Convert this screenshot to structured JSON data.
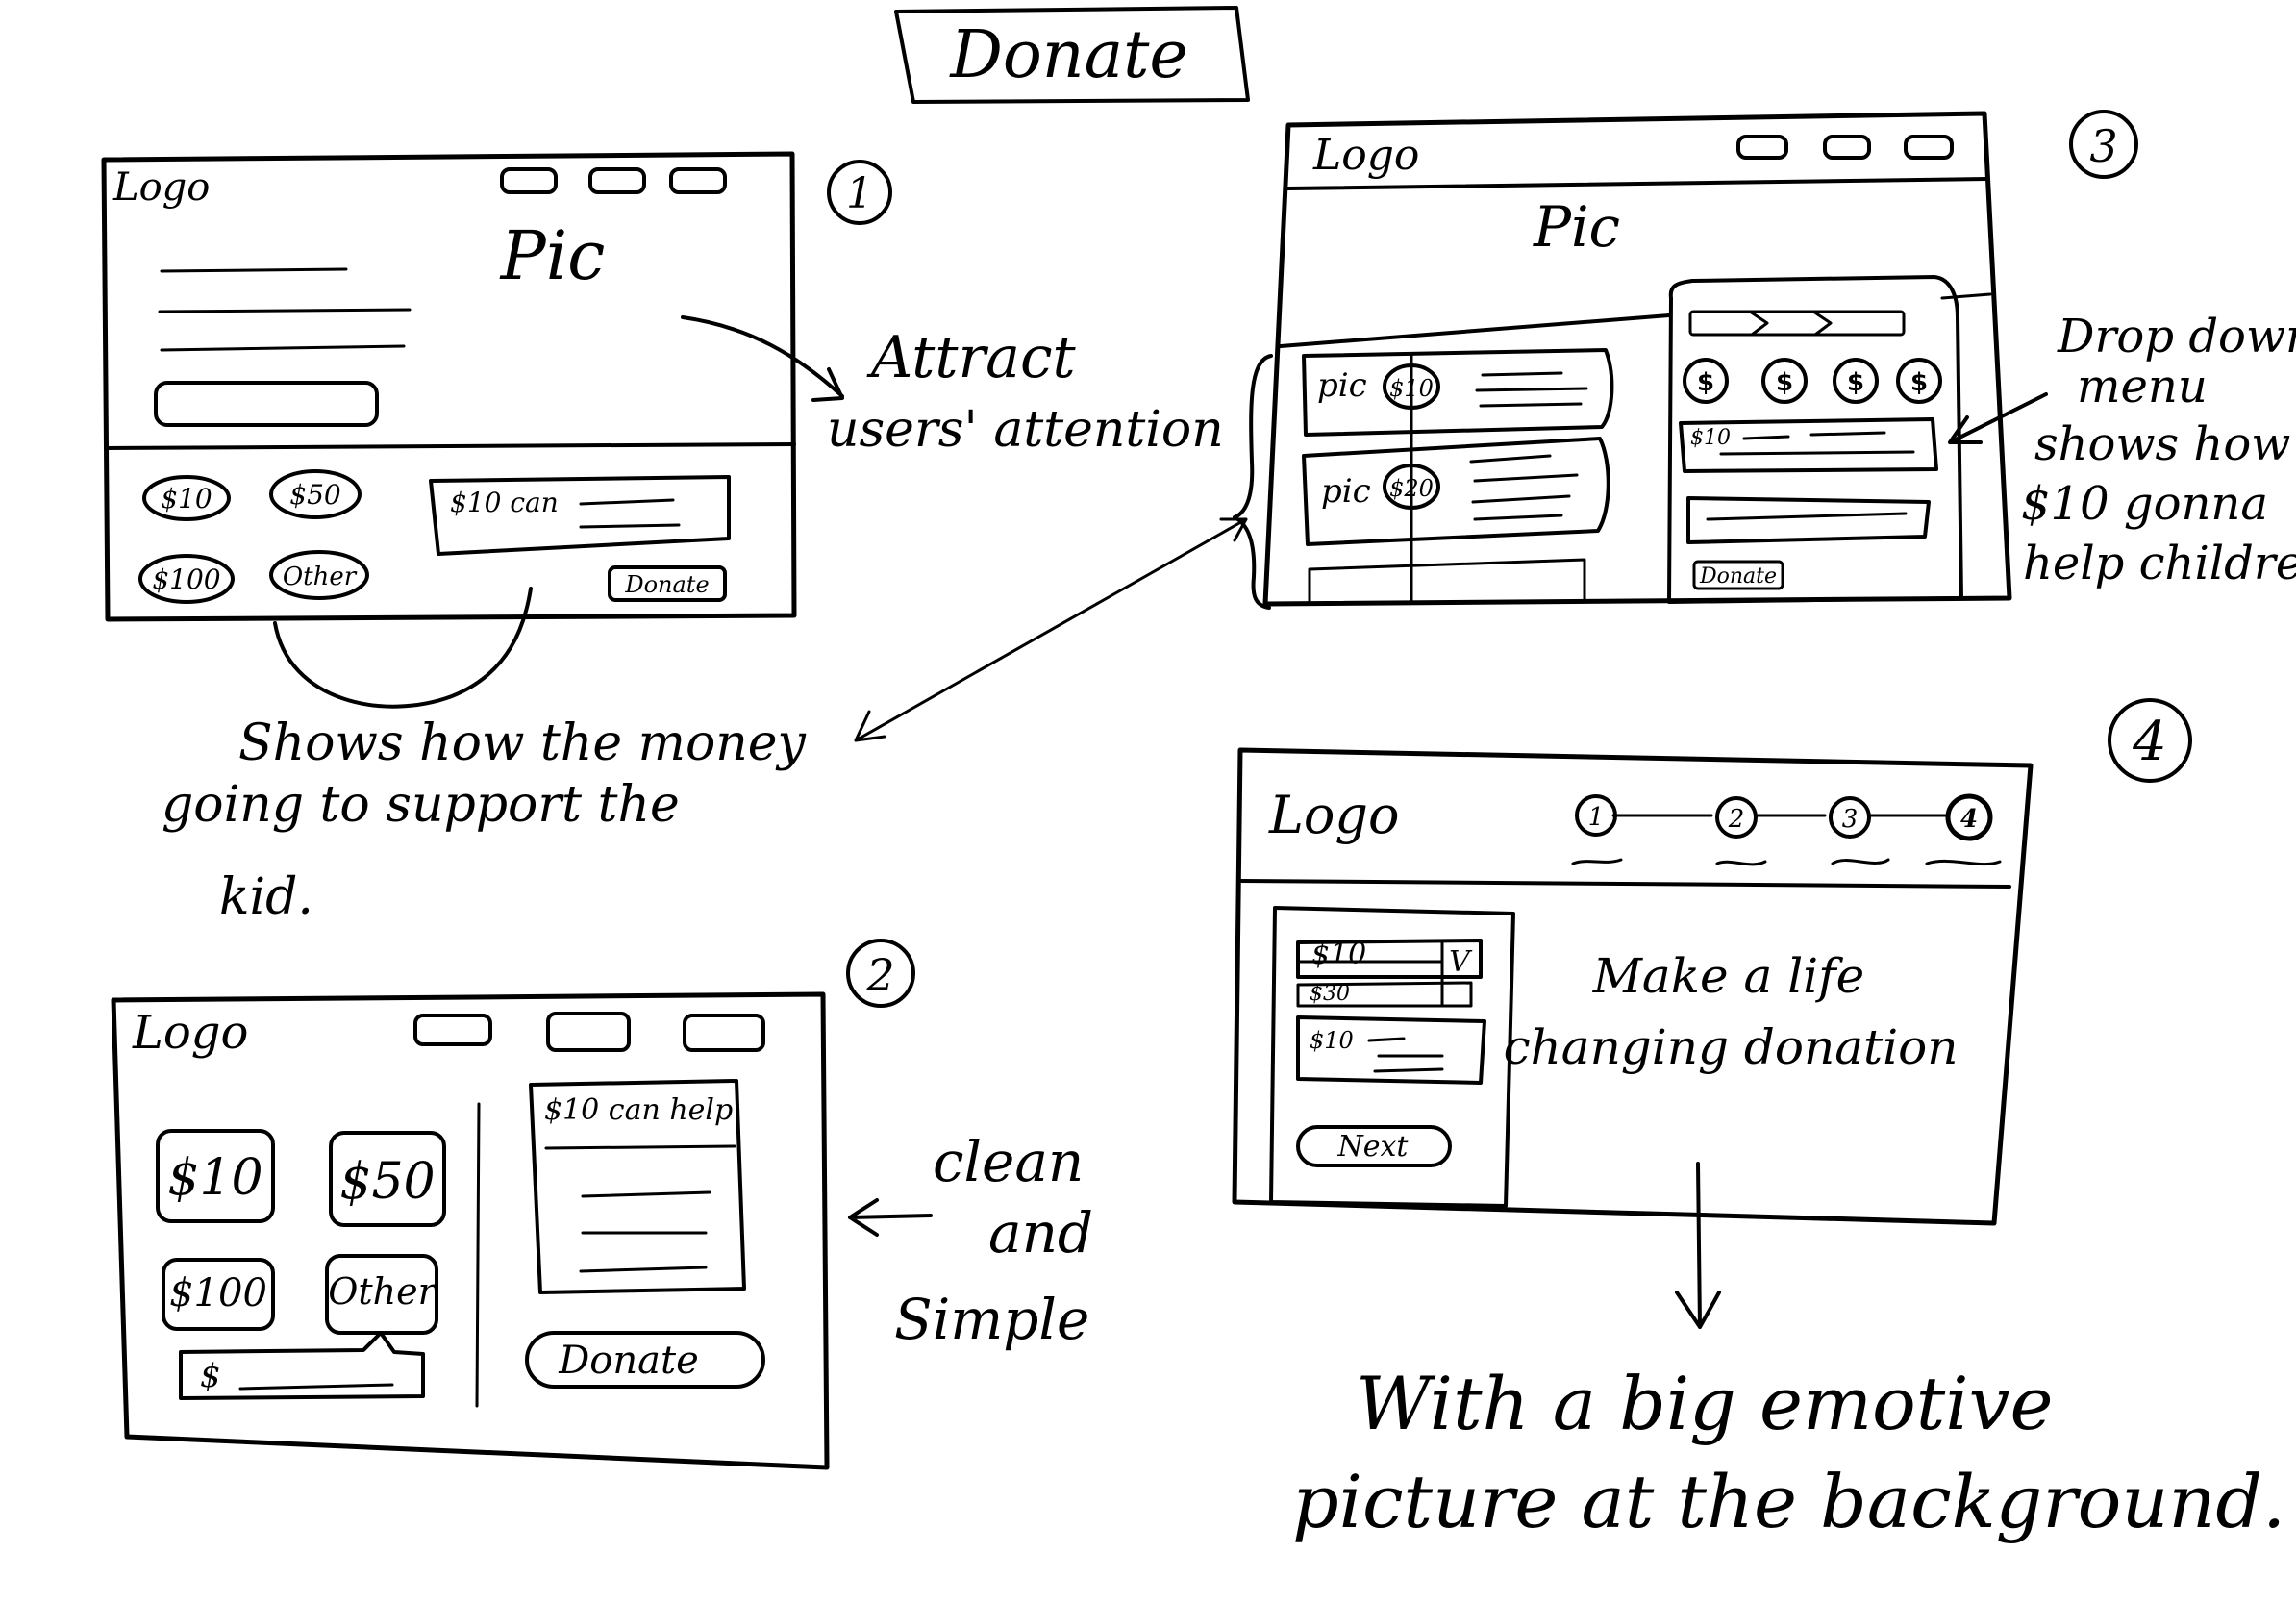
{
  "title": "Donate",
  "common": {
    "logo": "Logo",
    "pic": "Pic",
    "pic_lower": "pic",
    "donate_button": "Donate"
  },
  "sketch1": {
    "number": "1",
    "amounts": [
      "$10",
      "$50",
      "$100",
      "Other"
    ],
    "info_text": "$10 can",
    "annotation_attention": [
      "Attract",
      "users' attention"
    ],
    "annotation_money": [
      "Shows how the money",
      "going to support the",
      "kid."
    ]
  },
  "sketch2": {
    "number": "2",
    "amounts": [
      "$10",
      "$50",
      "$100",
      "Other"
    ],
    "custom_prefix": "$",
    "info_text": "$10 can help",
    "annotation": [
      "clean",
      "and",
      "Simple"
    ]
  },
  "sketch3": {
    "number": "3",
    "cards": [
      {
        "pic": "pic",
        "amount": "$10"
      },
      {
        "pic": "pic",
        "amount": "$20"
      }
    ],
    "dollar_icons": [
      "$",
      "$",
      "$",
      "$"
    ],
    "dropdown_value": "$10",
    "annotation": [
      "Drop down",
      "menu",
      "shows how",
      "$10 gonna",
      "help children."
    ]
  },
  "sketch4": {
    "number": "4",
    "steps": [
      "1",
      "2",
      "3",
      "4"
    ],
    "select_value": "$10",
    "select_option": "$30",
    "checkbox_mark": "V",
    "info_text": "$10",
    "next_button": "Next",
    "headline": [
      "Make a life",
      "changing donation"
    ],
    "annotation": [
      "With a big emotive",
      "picture at the background."
    ]
  }
}
